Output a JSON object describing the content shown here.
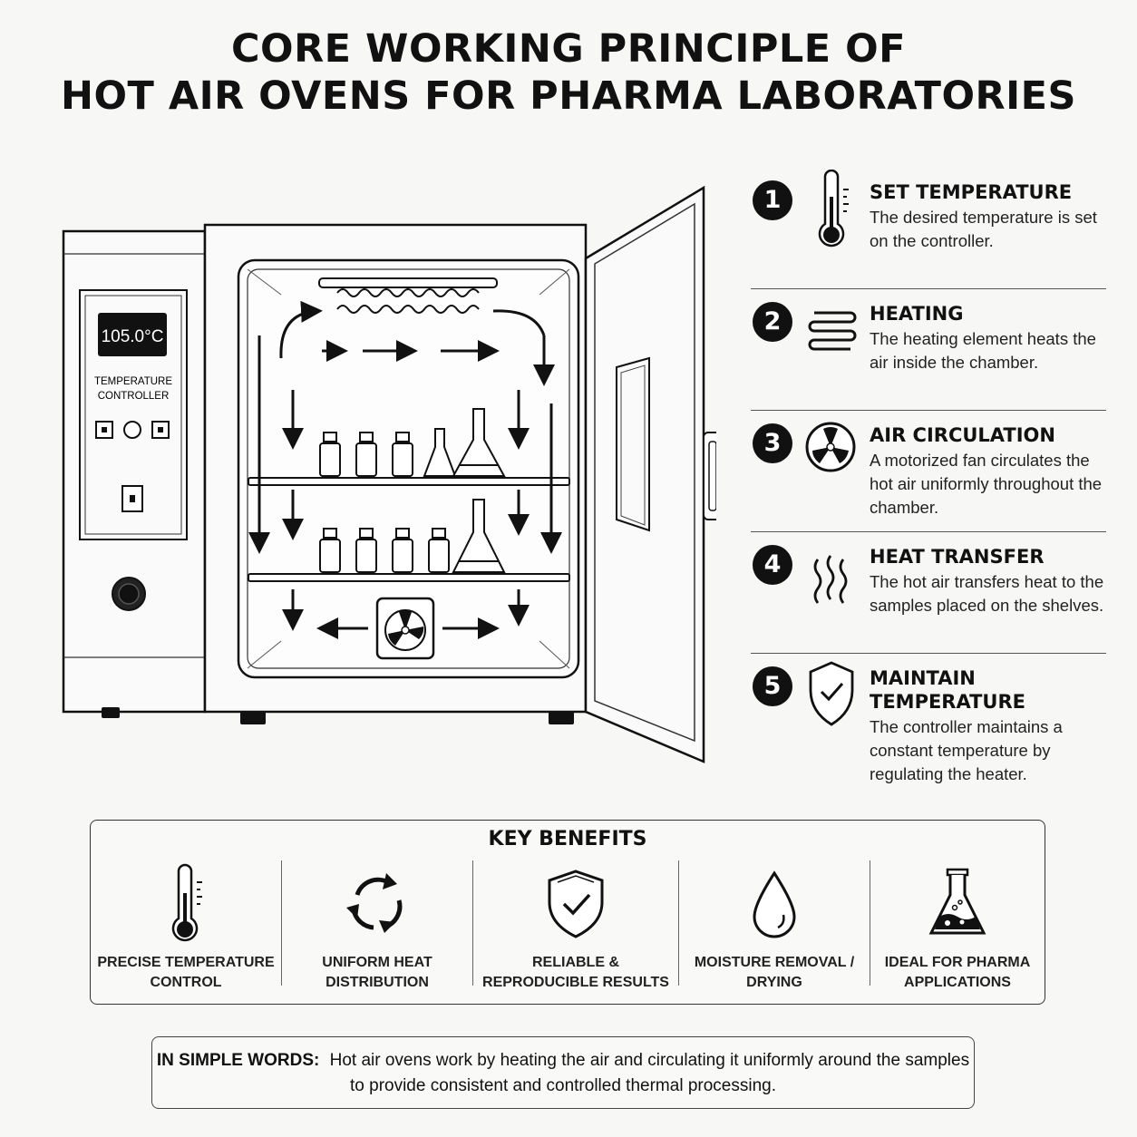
{
  "title": {
    "line1": "CORE WORKING PRINCIPLE OF",
    "line2": "HOT AIR OVENS FOR PHARMA LABORATORIES"
  },
  "oven": {
    "display": "105.0°C",
    "controller_label_1": "TEMPERATURE",
    "controller_label_2": "CONTROLLER"
  },
  "steps": [
    {
      "number": "1",
      "icon": "thermometer-icon",
      "heading": "SET TEMPERATURE",
      "description": "The desired temperature is set on the controller."
    },
    {
      "number": "2",
      "icon": "heating-coil-icon",
      "heading": "HEATING",
      "description": "The heating element heats the air inside the chamber."
    },
    {
      "number": "3",
      "icon": "fan-icon",
      "heading": "AIR CIRCULATION",
      "description": "A motorized fan circulates the hot air uniformly throughout the chamber."
    },
    {
      "number": "4",
      "icon": "heat-waves-icon",
      "heading": "HEAT TRANSFER",
      "description": "The hot air transfers heat to the samples placed on the shelves."
    },
    {
      "number": "5",
      "icon": "shield-check-icon",
      "heading": "MAINTAIN TEMPERATURE",
      "description": "The controller maintains a constant temperature by regulating the heater."
    }
  ],
  "benefits": {
    "title": "KEY BENEFITS",
    "items": [
      {
        "icon": "thermometer-icon",
        "label": "PRECISE TEMPERATURE\nCONTROL"
      },
      {
        "icon": "recycle-arrows-icon",
        "label": "UNIFORM HEAT\nDISTRIBUTION"
      },
      {
        "icon": "shield-check-icon",
        "label": "RELIABLE &\nREPRODUCIBLE RESULTS"
      },
      {
        "icon": "water-drop-icon",
        "label": "MOISTURE REMOVAL /\nDRYING"
      },
      {
        "icon": "flask-icon",
        "label": "IDEAL FOR PHARMA\nAPPLICATIONS"
      }
    ]
  },
  "summary": {
    "label": "IN SIMPLE WORDS:",
    "text": "Hot air ovens work by heating the air and circulating it uniformly around the samples to provide consistent and controlled thermal processing."
  }
}
